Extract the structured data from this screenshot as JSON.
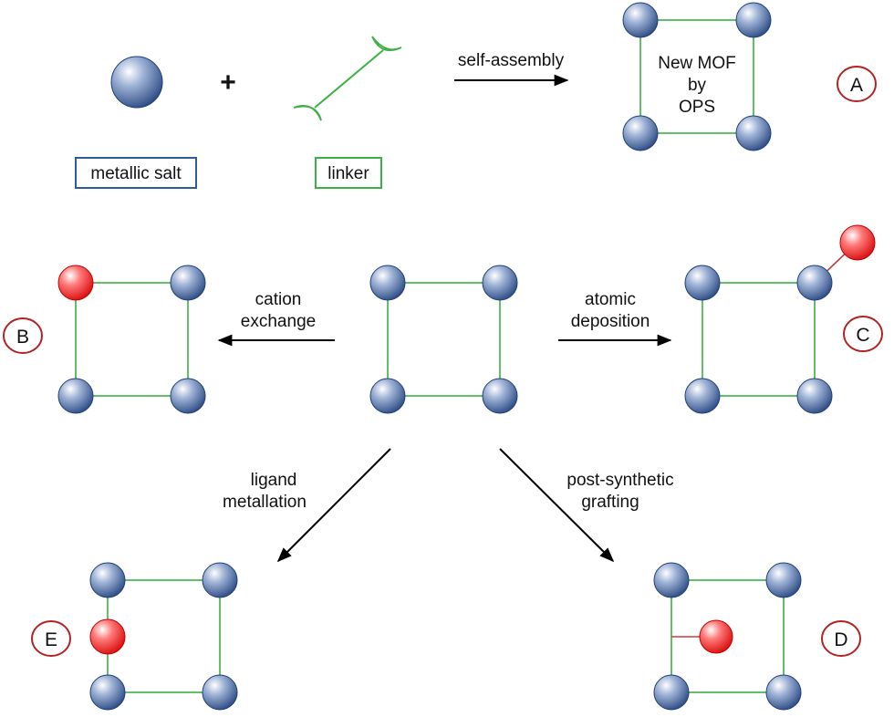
{
  "colors": {
    "node_blue": "#2f4f8f",
    "node_red": "#e00000",
    "edge_green": "#3cb043",
    "salt_box": "#2e5c9a",
    "linker_box": "#3cb043",
    "letter_ring": "#b22222",
    "arrow": "#000000"
  },
  "top": {
    "plus": "+",
    "metallic_salt_label": "metallic salt",
    "linker_label": "linker",
    "arrow_label": "self-assembly",
    "mof_text": [
      "New MOF",
      "by",
      "OPS"
    ],
    "letter": "A"
  },
  "middle": {
    "left_arrow_label": [
      "cation",
      "exchange"
    ],
    "right_arrow_label": [
      "atomic",
      "deposition"
    ],
    "letter_left": "B",
    "letter_right": "C"
  },
  "bottom": {
    "left_arrow_label": [
      "ligand",
      "metallation"
    ],
    "right_arrow_label": [
      "post-synthetic",
      "grafting"
    ],
    "letter_left": "E",
    "letter_right": "D"
  }
}
